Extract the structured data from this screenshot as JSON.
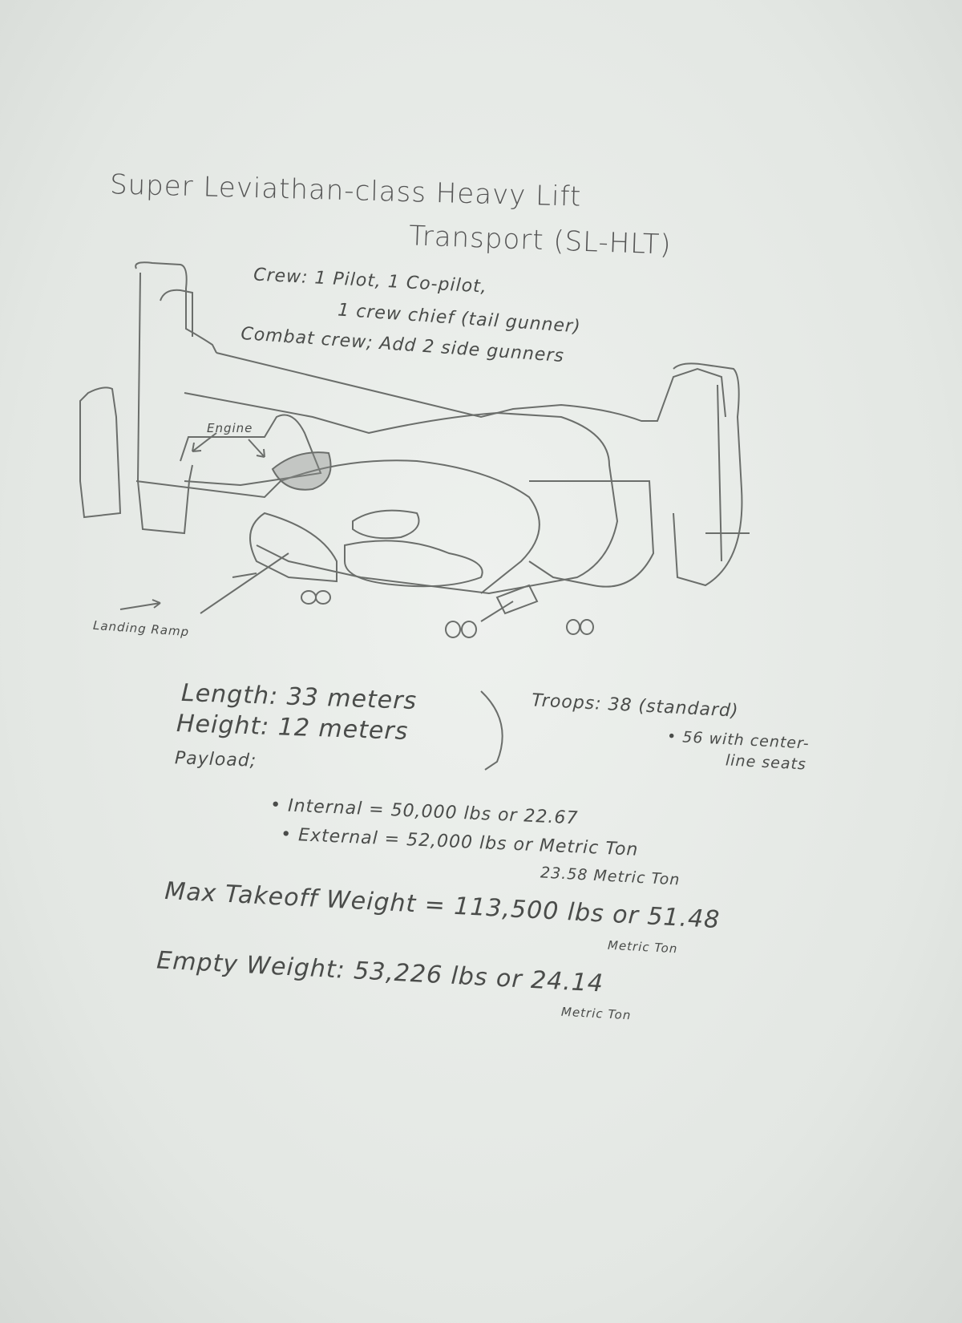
{
  "title": {
    "line1": "Super Leviathan-class Heavy Lift",
    "line2": "Transport (SL-HLT)"
  },
  "crew": {
    "line1": "Crew: 1 Pilot, 1 Co-pilot,",
    "line2": "1 crew chief (tail gunner)",
    "line3": "Combat crew; Add 2 side gunners"
  },
  "labels": {
    "engine": "Engine",
    "landing_ramp": "Landing Ramp"
  },
  "specs": {
    "length": "Length: 33 meters",
    "height": "Height: 12 meters",
    "payload": "Payload;",
    "troops": "Troops: 38 (standard)",
    "troops_alt1": "• 56 with center-",
    "troops_alt2": "line seats",
    "internal": "• Internal = 50,000 lbs or 22.67",
    "external": "• External = 52,000 lbs or Metric Ton",
    "external_metric": "23.58 Metric Ton",
    "max_takeoff": "Max Takeoff Weight = 113,500 lbs or 51.48",
    "max_takeoff_unit": "Metric Ton",
    "empty_weight": "Empty Weight: 53,226 lbs or 24.14",
    "empty_weight_unit": "Metric Ton"
  },
  "colors": {
    "paper": "#e4e8e4",
    "pencil": "#4a4c4a"
  }
}
